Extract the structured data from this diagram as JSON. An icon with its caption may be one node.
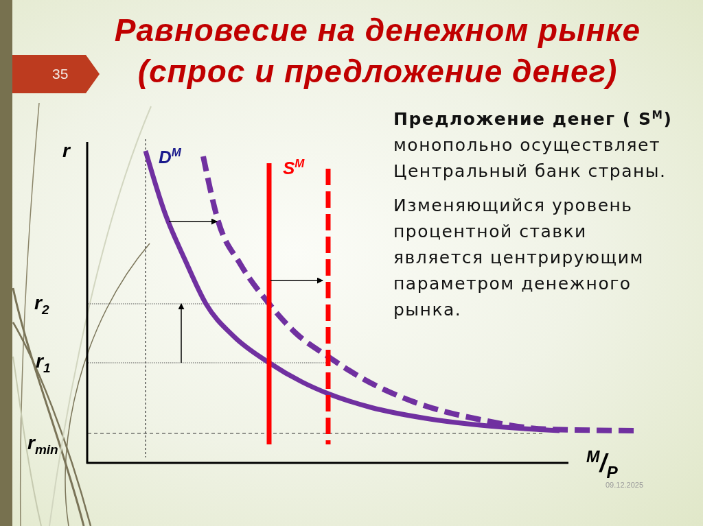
{
  "diagram": {
    "title": "Равновесие на денежном рынке (спрос и предложение денег)",
    "nodes": [
      {
        "text": [
          "35"
        ]
      }
    ],
    "labels": [
      "**Предложение денег ( S**$^{M}$**)** монопольно осуществляет Центральный банк страны.",
      "Изменяющийся уровень процентной ставки является центрирующим параметром денежного рынка.",
      "r",
      "D$^{M}$",
      "S$^{M}$",
      "r$_{2}$",
      "r$_{1}$",
      "r$_{min}$",
      "$^{M}$/$_{P}$",
      "09.12.2025"
    ]
  }
}
